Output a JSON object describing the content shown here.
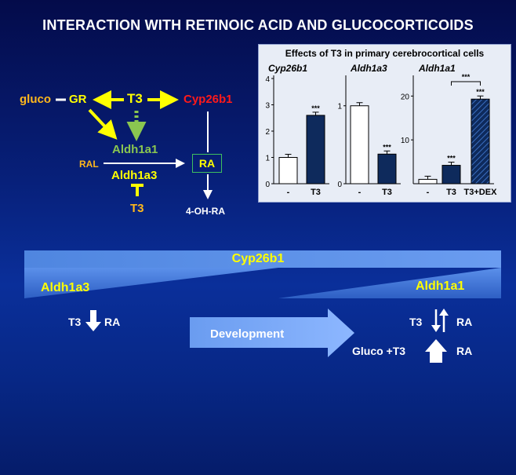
{
  "title": "INTERACTION WITH RETINOIC ACID AND GLUCOCORTICOIDS",
  "pathway": {
    "gluco": "gluco",
    "gr": "GR",
    "t3_top": "T3",
    "cyp26b1": "Cyp26b1",
    "aldh1a1": "Aldh1a1",
    "ral": "RAL",
    "aldh1a3": "Aldh1a3",
    "ra": "RA",
    "t3_bottom": "T3",
    "oh_ra": "4-OH-RA"
  },
  "inset": {
    "title": "Effects of T3 in primary cerebrocortical cells",
    "sig": "***",
    "panels": [
      {
        "name": "Cyp26b1",
        "yticks": [
          "0",
          "1",
          "2",
          "3",
          "4"
        ],
        "ymax": 4,
        "categories": [
          "-",
          "T3"
        ],
        "values": [
          1.0,
          2.6
        ]
      },
      {
        "name": "Aldh1a3",
        "yticks": [
          "0",
          "1"
        ],
        "ymax": 1.35,
        "categories": [
          "-",
          "T3"
        ],
        "values": [
          1.0,
          0.38
        ]
      },
      {
        "name": "Aldh1a1",
        "yticks": [
          "10",
          "20"
        ],
        "ymax": 24,
        "categories": [
          "-",
          "T3",
          "T3+DEX"
        ],
        "values": [
          1.0,
          4.2,
          19.3
        ]
      }
    ]
  },
  "chart_data": {
    "type": "bar",
    "title": "Effects of T3 in primary cerebrocortical cells",
    "panels": [
      {
        "name": "Cyp26b1",
        "categories": [
          "-",
          "T3"
        ],
        "values": [
          1.0,
          2.6
        ],
        "ylim": [
          0,
          4
        ]
      },
      {
        "name": "Aldh1a3",
        "categories": [
          "-",
          "T3"
        ],
        "values": [
          1.0,
          0.38
        ],
        "ylim": [
          0,
          1.35
        ]
      },
      {
        "name": "Aldh1a1",
        "categories": [
          "-",
          "T3",
          "T3+DEX"
        ],
        "values": [
          1.0,
          4.2,
          19.3
        ],
        "ylim": [
          0,
          24
        ]
      }
    ],
    "annotations": [
      "***"
    ]
  },
  "band": {
    "cyp26b1": "Cyp26b1",
    "aldh1a3": "Aldh1a3",
    "aldh1a1": "Aldh1a1"
  },
  "development": {
    "label": "Development",
    "left_t3": "T3",
    "left_ra": "RA",
    "right_t3": "T3",
    "right_ra": "RA",
    "gluco_t3": "Gluco +T3",
    "gluco_ra": "RA"
  },
  "colors": {
    "yellow": "#ffff00",
    "orange": "#ffb81c",
    "red": "#ff1a1a",
    "green": "#8ac650",
    "band_blue": "#5b8fe6",
    "bar_dark": "#0e2a5c"
  }
}
